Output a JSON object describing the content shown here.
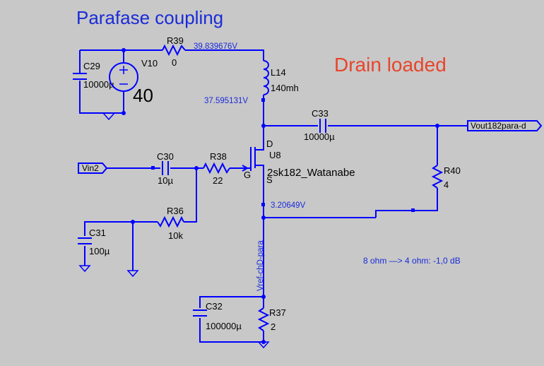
{
  "title": "Parafase coupling",
  "subtitle": "Drain loaded",
  "supply_value": "40",
  "note": "8 ohm —> 4 ohm: -1,0 dB",
  "ports": {
    "input": "Vin2",
    "output": "Vout182para-d"
  },
  "net_labels": {
    "node_after_r39": "39.839676V",
    "node_drain_top": "37.595131V",
    "node_source": "3.20649V",
    "vref_label": "Vref-chD-para"
  },
  "components": {
    "v10": {
      "name": "V10"
    },
    "r39": {
      "name": "R39",
      "value": "0"
    },
    "c29": {
      "name": "C29",
      "value": "10000µ"
    },
    "l14": {
      "name": "L14",
      "value": "140mh"
    },
    "c33": {
      "name": "C33",
      "value": "10000µ"
    },
    "u8": {
      "name": "U8",
      "part": "2sk182_Watanabe",
      "pin_d": "D",
      "pin_g": "G",
      "pin_s": "S"
    },
    "c30": {
      "name": "C30",
      "value": "10µ"
    },
    "r38": {
      "name": "R38",
      "value": "22"
    },
    "r36": {
      "name": "R36",
      "value": "10k"
    },
    "c31": {
      "name": "C31",
      "value": "100µ"
    },
    "r40": {
      "name": "R40",
      "value": "4"
    },
    "c32": {
      "name": "C32",
      "value": "100000µ"
    },
    "r37": {
      "name": "R37",
      "value": "2"
    }
  }
}
